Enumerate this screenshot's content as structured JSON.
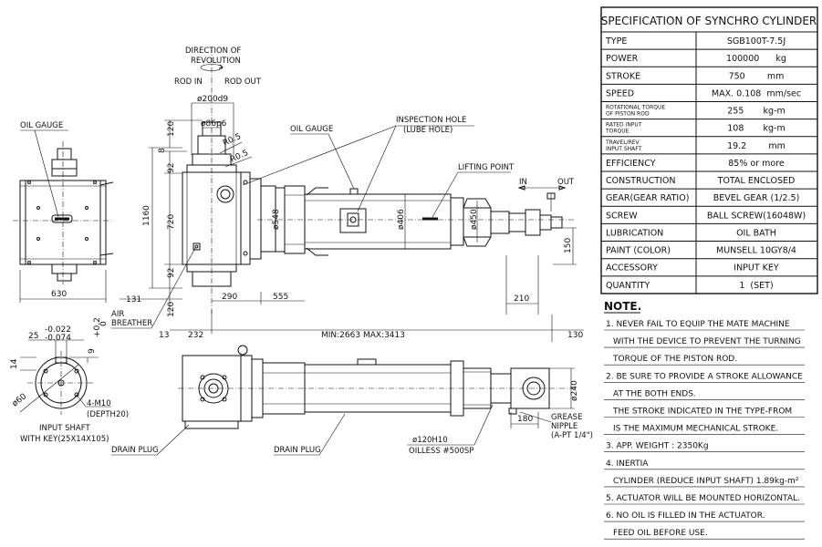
{
  "spec": {
    "title": "SPECIFICATION OF SYNCHRO CYLINDER",
    "rows": [
      {
        "label": "TYPE",
        "value": "SGB100T-7.5J"
      },
      {
        "label": "POWER",
        "value": "100000      kg"
      },
      {
        "label": "STROKE",
        "value": "750        mm"
      },
      {
        "label": "SPEED",
        "value": "MAX. 0.108  mm/sec"
      },
      {
        "label": "ROTATIONAL TORQUE|OF PISTON ROD",
        "value": "255       kg-m"
      },
      {
        "label": "RATED INPUT|TORQUE",
        "value": "108       kg-m"
      },
      {
        "label": "TRAVEL/REV|INPUT SHAFT",
        "value": "19.2        mm"
      },
      {
        "label": "EFFICIENCY",
        "value": "85% or more"
      },
      {
        "label": "CONSTRUCTION",
        "value": "TOTAL ENCLOSED"
      },
      {
        "label": "GEAR(GEAR RATIO)",
        "value": "BEVEL GEAR (1/2.5)"
      },
      {
        "label": "SCREW",
        "value": "BALL SCREW(16048W)"
      },
      {
        "label": "LUBRICATION",
        "value": "OIL BATH"
      },
      {
        "label": "PAINT (COLOR)",
        "value": "MUNSELL 10GY8/4"
      },
      {
        "label": "ACCESSORY",
        "value": "INPUT KEY"
      },
      {
        "label": "QUANTITY",
        "value": "1  (SET)"
      }
    ]
  },
  "notes": {
    "heading": "NOTE.",
    "lines": [
      "1. NEVER FAIL TO EQUIP THE MATE MACHINE",
      "WITH THE DEVICE TO PREVENT THE TURNING",
      "TORQUE OF THE PISTON ROD.",
      "2. BE SURE TO PROVIDE A STROKE ALLOWANCE",
      "AT THE BOTH ENDS.",
      "THE STROKE INDICATED IN THE TYPE-FROM",
      "IS THE MAXIMUM MECHANICAL STROKE.",
      "3. APP. WEIGHT :  2350Kg",
      "4. INERTIA",
      "CYLINDER (REDUCE INPUT SHAFT)  1.89kg-m²",
      "5. ACTUATOR WILL BE MOUNTED HORIZONTAL.",
      "6. NO OIL IS FILLED IN THE ACTUATOR.",
      "FEED OIL BEFORE USE."
    ]
  },
  "labels": {
    "direction_1": "DIRECTION OF",
    "direction_2": "REVOLUTION",
    "rod_in": "ROD IN",
    "rod_out": "ROD OUT",
    "oil_gauge_left": "OIL GAUGE",
    "oil_gauge_mid": "OIL GAUGE",
    "inspection_1": "INSPECTION HOLE",
    "inspection_2": "(LUBE HOLE)",
    "lifting_point": "LIFTING POINT",
    "in": "IN",
    "out": "OUT",
    "air_1": "AIR",
    "air_2": "BREATHER",
    "input_shaft_1": "INPUT SHAFT",
    "input_shaft_2": "WITH KEY(25X14X105)",
    "m10_1": "4-M10",
    "m10_2": "(DEPTH20)",
    "drain_1": "DRAIN PLUG",
    "drain_2": "DRAIN PLUG",
    "grease_1": "GREASE",
    "grease_2": "NIPPLE",
    "grease_3": "(A-PT 1/4\")",
    "h10": "ø120H10",
    "oilless": "OILLESS #500SP"
  },
  "dims": {
    "d200": "ø200d9",
    "d86": "ø86p6",
    "r05a": "R0.5",
    "r05b": "R0.5",
    "h120a": "120",
    "h8": "8",
    "h92a": "92",
    "h1160": "1160",
    "h720": "720",
    "h92b": "92",
    "h120b": "120",
    "d548": "ø548",
    "d406": "ø406",
    "d450": "ø450",
    "h150": "150",
    "w630": "630",
    "w131": "131",
    "w290": "290",
    "w555": "555",
    "w210": "210",
    "w13": "13",
    "w232": "232",
    "minmax": "MIN:2663   MAX:3413",
    "w130": "130",
    "tol_a": "-0.022",
    "tol_b": "-0.074",
    "w25": "25",
    "tol_c": "+0.2",
    "tol_d": "0",
    "w9": "9",
    "h14": "14",
    "d60": "ø60",
    "d240": "ø240",
    "w180": "180"
  }
}
